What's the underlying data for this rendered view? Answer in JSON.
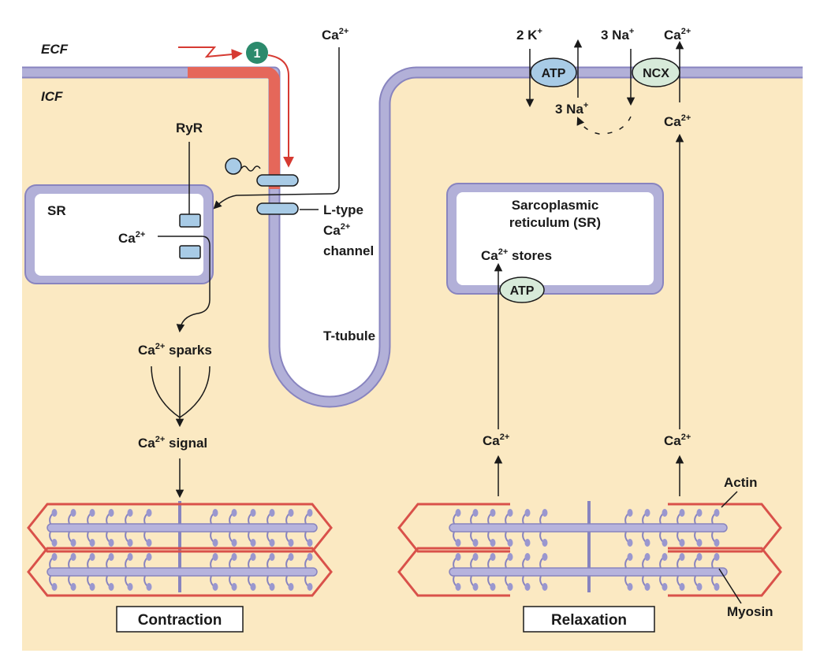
{
  "labels": {
    "ecf": "ECF",
    "icf": "ICF",
    "step_number": "1",
    "ryr": "RyR",
    "sr_left": "SR",
    "ca": "Ca",
    "charge": "2+",
    "sparks": " sparks",
    "signal": " signal",
    "ltype": [
      "L-type",
      "Ca",
      "channel"
    ],
    "t_tubule": "T-tubule",
    "sr_title": [
      "Sarcoplasmic",
      "reticulum (SR)"
    ],
    "stores": " stores",
    "atp": "ATP",
    "ncx": "NCX",
    "two_k": "2 K",
    "plus": "+",
    "three_na": "3 Na",
    "actin": "Actin",
    "myosin": "Myosin",
    "contraction": "Contraction",
    "relaxation": "Relaxation"
  },
  "colors": {
    "cytoplasm": "#fbe9c2",
    "membrane": "#b2b0d8",
    "membrane_edge": "#8884bf",
    "depolarized": "#e5675a",
    "arrow_red": "#d63a32",
    "step_badge": "#2c8a6c",
    "channel": "#a8cbe6",
    "atp_fill": "#d7ead9",
    "thin_filament": "#d9514a",
    "thick_filament": "#b6b3dd"
  },
  "icons": [
    "step-badge",
    "ryr-receptor",
    "l-type-channel",
    "atp-pump",
    "ncx-exchanger"
  ]
}
